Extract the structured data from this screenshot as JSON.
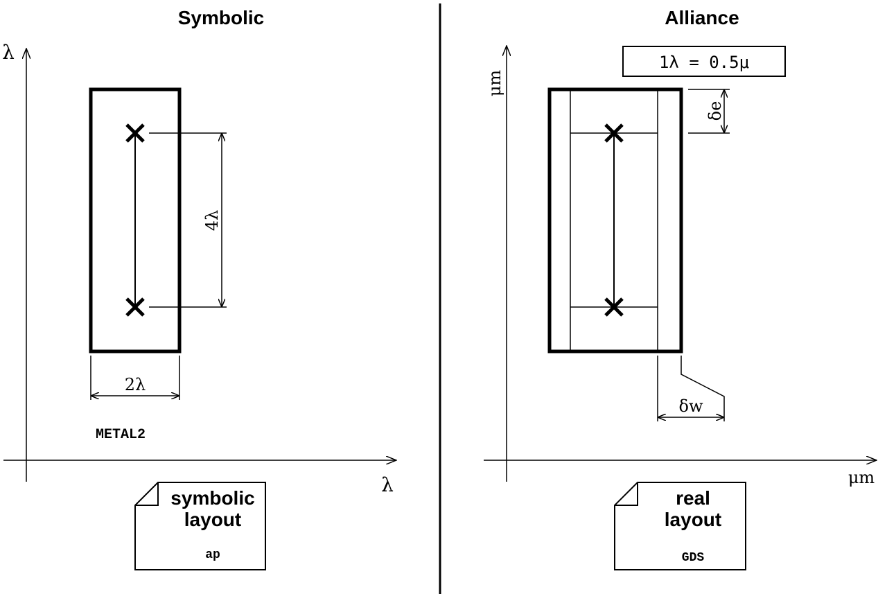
{
  "left": {
    "title": "Symbolic",
    "y_axis_label": "λ",
    "x_axis_label": "λ",
    "vertical_dim": "4λ",
    "horizontal_dim": "2λ",
    "layer_name": "METAL2",
    "file": {
      "line1": "symbolic",
      "line2": "layout",
      "ext": "ap"
    }
  },
  "right": {
    "title": "Alliance",
    "y_axis_label": "μm",
    "x_axis_label": "μm",
    "scale_box": "1λ = 0.5μ",
    "delta_e": "δe",
    "delta_w": "δw",
    "file": {
      "line1": "real",
      "line2": "layout",
      "ext": "GDS"
    }
  }
}
